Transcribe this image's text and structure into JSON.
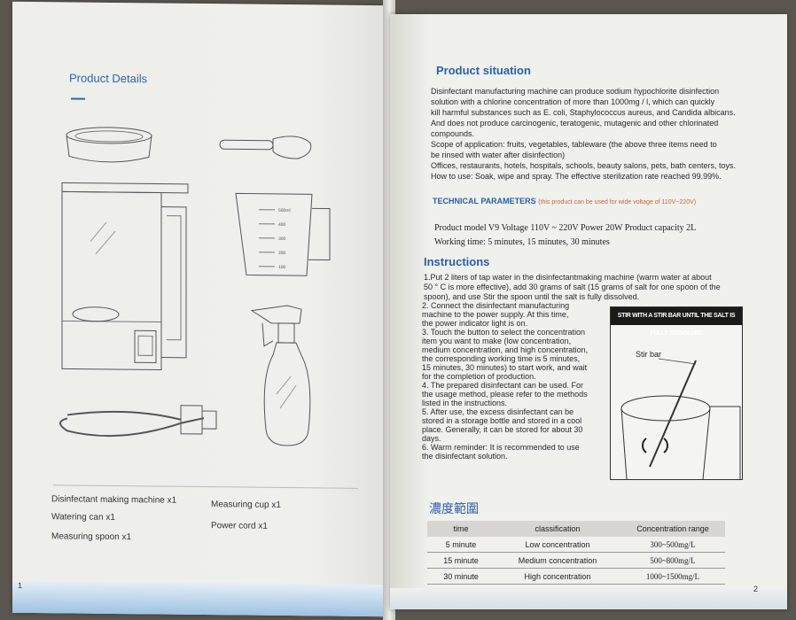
{
  "left_page": {
    "title": "Product Details",
    "labels": {
      "machine": "Disinfectant making machine x1",
      "watering_can": "Watering can x1",
      "spoon": "Measuring spoon x1",
      "cup": "Measuring cup x1",
      "cord": "Power cord x1"
    },
    "cup_marks": [
      "500ml",
      "400",
      "300",
      "200",
      "100"
    ],
    "page_number": "1"
  },
  "right_page": {
    "situation_title": "Product situation",
    "situation_lines": [
      "Disinfectant manufacturing machine can produce sodium hypochlorite disinfection",
      "solution with a chlorine concentration of more than 1000mg / l, which can quickly",
      "kill harmful substances such as E. coli, Staphylococcus aureus, and Candida albicans.",
      "And does not produce carcinogenic, teratogenic, mutagenic and other chlorinated",
      "compounds.",
      "Scope of application: fruits, vegetables, tableware (the above three items need to",
      "be rinsed with water after disinfection)",
      "Offices, restaurants, hotels, hospitals, schools, beauty salons, pets, bath centers, toys.",
      "How to use: Soak, wipe and spray. The effective sterilization rate reached 99.99%."
    ],
    "tech_title": "TECHNICAL PARAMETERS",
    "tech_note": "(this product can be used for wide voltage of 110V~220V)",
    "tech_line1": "Product model V9 Voltage 110V ~ 220V Power 20W Product capacity 2L",
    "tech_line2": "Working time: 5 minutes, 15 minutes, 30 minutes",
    "instructions_title": "Instructions",
    "instructions_wide": [
      "1.Put 2 liters of tap water in the disinfectantmaking machine (warm water at about",
      "50 ° C is more effective), add 30 grams of salt (15 grams of salt for one spoon of the",
      "spoon), and use Stir the spoon until the salt is fully dissolved."
    ],
    "instructions_narrow": [
      "2. Connect the disinfectant manufacturing",
      "machine to the power supply. At this time,",
      "the power indicator light is on.",
      "3. Touch the button to select the concentration",
      "item you want to make (low concentration,",
      "medium concentration, and high concentration,",
      "the corresponding working time is 5 minutes,",
      "15 minutes, 30 minutes) to start work, and wait",
      "for the completion of production.",
      "4. The prepared disinfectant can be used. For",
      "the usage method, please refer to the methods",
      "listed in the instructions.",
      "5. After use, the excess disinfectant can be",
      "stored in a storage bottle and stored in a cool",
      "place. Generally, it can be stored for about 30",
      "days.",
      "6. Warm reminder: It is recommended to use",
      "the disinfectant solution."
    ],
    "stir_header": "STIR WITH A STIR BAR UNTIL THE SALT IS FULLY DISSOLVED",
    "stir_label": "Stir bar",
    "chinese_title": "濃度範圍",
    "table": {
      "headers": [
        "time",
        "classification",
        "Concentration range"
      ],
      "rows": [
        [
          "5 minute",
          "Low concentration",
          "300~500mg/L"
        ],
        [
          "15 minute",
          "Medium concentration",
          "500~800mg/L"
        ],
        [
          "30 minute",
          "High concentration",
          "1000~1500mg/L"
        ]
      ]
    },
    "page_number": "2"
  }
}
